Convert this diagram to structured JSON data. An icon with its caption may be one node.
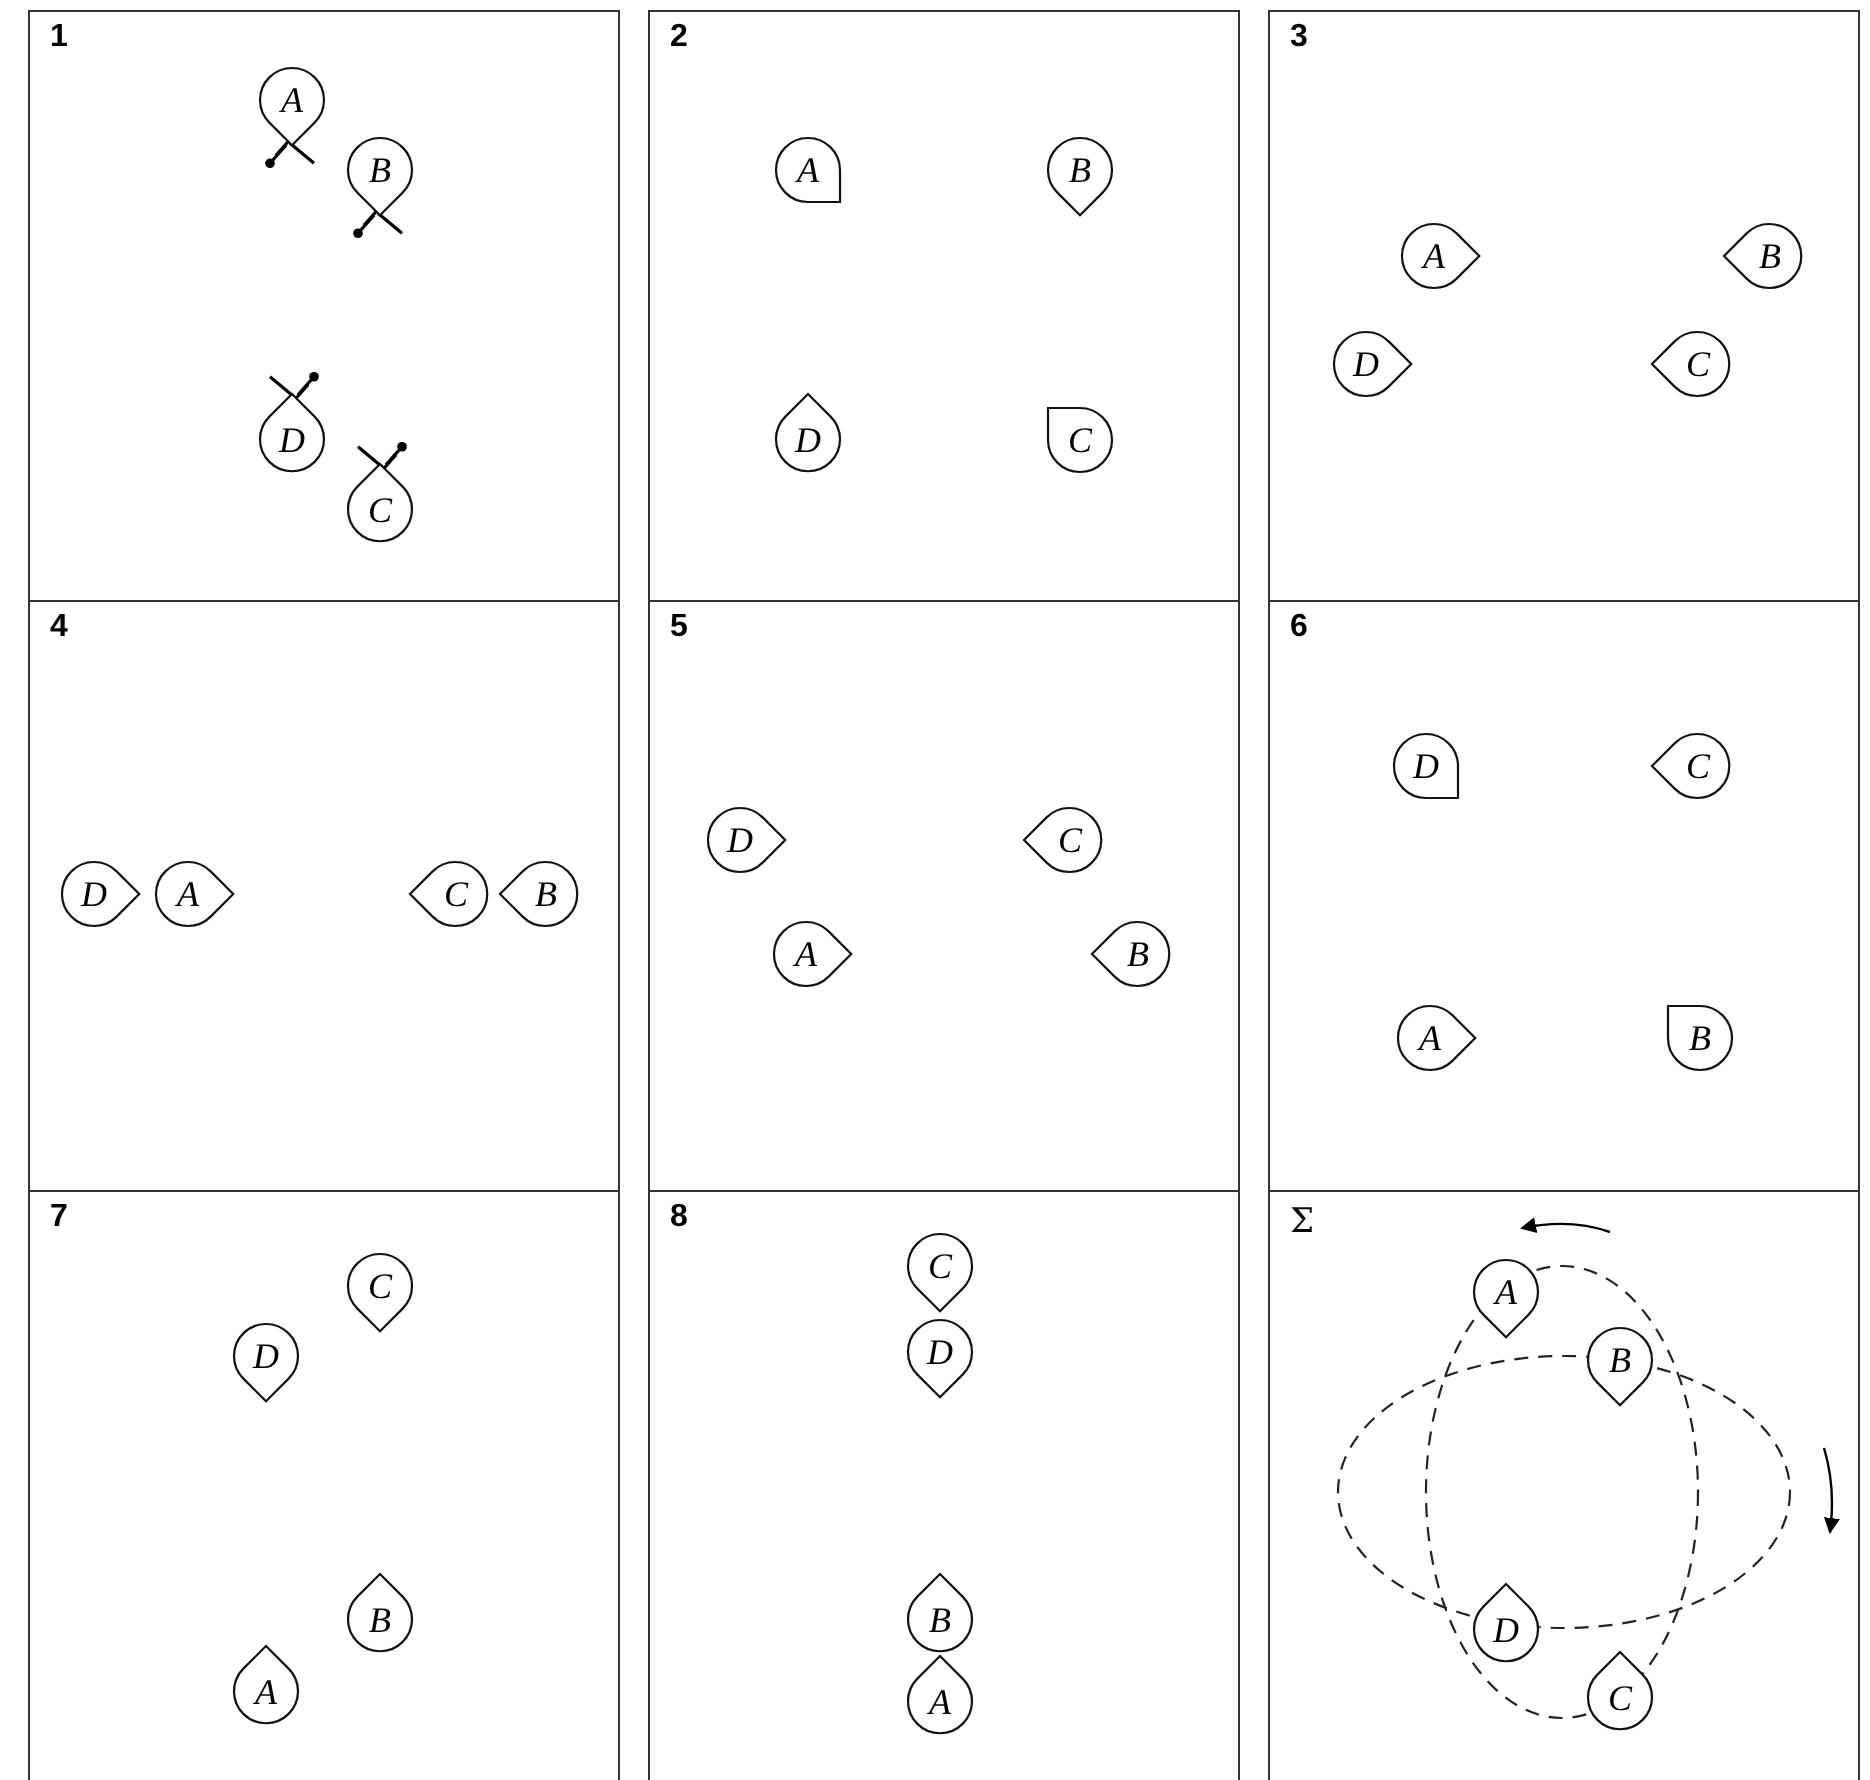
{
  "diagram": {
    "nodes": [
      {
        "text": [
          "1"
        ]
      },
      {
        "text": [
          "A"
        ],
        "in": 0
      },
      {
        "text": [
          "B"
        ],
        "in": 0
      },
      {
        "text": [
          "D"
        ],
        "in": 0
      },
      {
        "text": [
          "C"
        ],
        "in": 0
      },
      {
        "text": [
          "2"
        ]
      },
      {
        "text": [
          "A"
        ],
        "in": 5
      },
      {
        "text": [
          "B"
        ],
        "in": 5
      },
      {
        "text": [
          "D"
        ],
        "in": 5
      },
      {
        "text": [
          "C"
        ],
        "in": 5
      },
      {
        "text": [
          "3"
        ]
      },
      {
        "text": [
          "A"
        ],
        "in": 10
      },
      {
        "text": [
          "B"
        ],
        "in": 10
      },
      {
        "text": [
          "D"
        ],
        "in": 10
      },
      {
        "text": [
          "C"
        ],
        "in": 10
      },
      {
        "text": [
          "4"
        ]
      },
      {
        "text": [
          "D"
        ],
        "in": 15
      },
      {
        "text": [
          "A"
        ],
        "in": 15
      },
      {
        "text": [
          "C"
        ],
        "in": 15
      },
      {
        "text": [
          "B"
        ],
        "in": 15
      },
      {
        "text": [
          "5"
        ]
      },
      {
        "text": [
          "D"
        ],
        "in": 20
      },
      {
        "text": [
          "C"
        ],
        "in": 20
      },
      {
        "text": [
          "A"
        ],
        "in": 20
      },
      {
        "text": [
          "B"
        ],
        "in": 20
      },
      {
        "text": [
          "6"
        ]
      },
      {
        "text": [
          "D"
        ],
        "in": 25
      },
      {
        "text": [
          "C"
        ],
        "in": 25
      },
      {
        "text": [
          "A"
        ],
        "in": 25
      },
      {
        "text": [
          "B"
        ],
        "in": 25
      },
      {
        "text": [
          "7"
        ]
      },
      {
        "text": [
          "C"
        ],
        "in": 30
      },
      {
        "text": [
          "D"
        ],
        "in": 30
      },
      {
        "text": [
          "B"
        ],
        "in": 30
      },
      {
        "text": [
          "A"
        ],
        "in": 30
      },
      {
        "text": [
          "8"
        ]
      },
      {
        "text": [
          "C"
        ],
        "in": 35
      },
      {
        "text": [
          "D"
        ],
        "in": 35
      },
      {
        "text": [
          "B"
        ],
        "in": 35
      },
      {
        "text": [
          "A"
        ],
        "in": 35
      },
      {
        "text": [
          "Σ"
        ]
      },
      {
        "text": [
          "A"
        ],
        "in": 40
      },
      {
        "text": [
          "B"
        ],
        "in": 40
      },
      {
        "text": [
          "D"
        ],
        "in": 40
      },
      {
        "text": [
          "C"
        ],
        "in": 40
      }
    ]
  }
}
